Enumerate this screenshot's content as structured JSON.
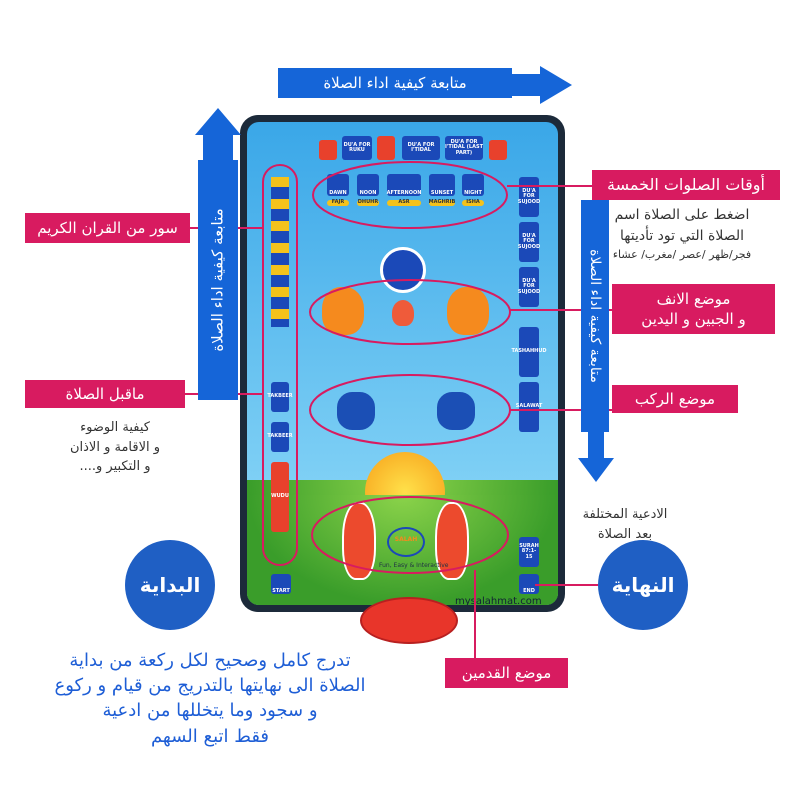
{
  "arrows": {
    "top": "متابعة كيفية اداء الصلاة",
    "left": "متابعة كيفية اداء الصلاة",
    "right": "متابعة كيفية اداء الصلاة"
  },
  "labels": {
    "prayer_times": "أوقات الصلوات الخمسة",
    "prayer_times_note": [
      "اضغط على الصلاة اسم",
      "الصلاة التي تود تأديتها",
      "فجر/ظهر /عصر /مغرب/ عشاء"
    ],
    "quran_surahs": "سور من القران الكريم",
    "nose_forehead_hands": [
      "موضع الانف",
      "و الجبين و اليدين"
    ],
    "before_prayer": "ماقبل الصلاة",
    "before_prayer_note": [
      "كيفية الوضوء",
      "و الاقامة و الاذان",
      "و التكبير و...."
    ],
    "knees": "موضع الركب",
    "after_prayer_note": [
      "الادعية المختلفة",
      "بعد الصلاة"
    ],
    "feet": "موضع القدمين",
    "start": "البداية",
    "end": "النهاية",
    "instructions": [
      "تدرج كامل وصحيح لكل ركعة من بداية",
      "الصلاة الى نهايتها بالتدريج من قيام و ركوع",
      "و سجود وما يتخللها من ادعية",
      "فقط اتبع السهم"
    ]
  },
  "mat": {
    "top_tiles": [
      "DU'A FOR RUKU",
      "DU'A FOR I'TIDAL",
      "DU'A FOR I'TIDAL (LAST PART)"
    ],
    "prayer_times": [
      "DAWN",
      "NOON",
      "AFTERNOON",
      "SUNSET",
      "NIGHT"
    ],
    "prayer_names": [
      "FAJR",
      "DHUHR",
      "ASR",
      "MAGHRIB",
      "ISHA"
    ],
    "right_tiles": [
      "DU'A FOR SUJOOD",
      "DU'A FOR SUJOOD",
      "DU'A FOR SUJOOD",
      "TASHAHHUD",
      "SALAWAT",
      "SURAH 87:1-15"
    ],
    "left_tiles": [
      "TAKBEER",
      "TAKBEER",
      "WUDU"
    ],
    "start": "START",
    "end": "END",
    "logo": [
      "My",
      "SALAH",
      "MAT",
      ".com"
    ],
    "tagline": "Fun, Easy & Interactive",
    "website": "mysalahmat.com"
  },
  "colors": {
    "pink": "#d81b60",
    "blue": "#1565d8",
    "circle": "#1f5fc4"
  }
}
